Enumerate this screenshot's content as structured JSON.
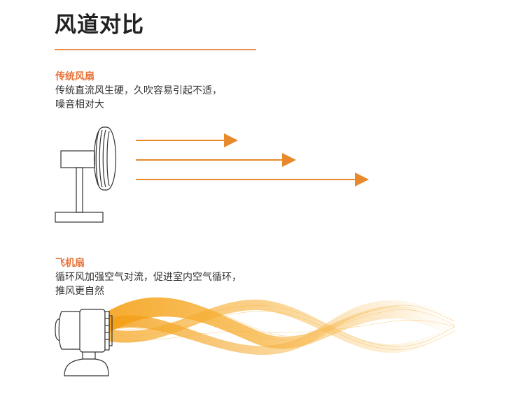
{
  "page": {
    "title": "风道对比",
    "accent_color": "#f08a4b"
  },
  "traditional": {
    "heading": "传统风扇",
    "desc_line1": "传统直流风生硬，久吹容易引起不适，",
    "desc_line2": "噪音相对大",
    "icon": "desk-fan-icon",
    "flow_icon": "straight-arrow-icon",
    "arrow_color": "#e8892b"
  },
  "circulator": {
    "heading": "飞机扇",
    "desc_line1": "循环风加强空气对流，促进室内空气循环，",
    "desc_line2": "推风更自然",
    "icon": "air-circulator-icon",
    "flow_icon": "airflow-wave-icon",
    "wave_color": "#f5a623"
  }
}
